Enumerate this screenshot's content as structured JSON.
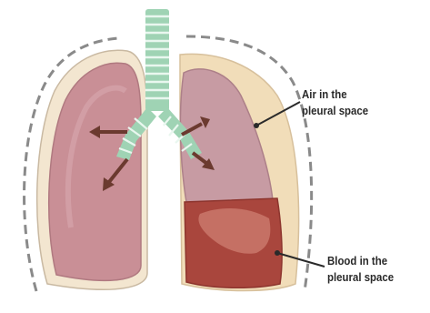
{
  "labels": {
    "air_line1": "Air in the",
    "air_line2": "pleural space",
    "blood_line1": "Blood in the",
    "blood_line2": "pleural space"
  },
  "colors": {
    "lung_left": "#c98f96",
    "lung_right": "#c79ba3",
    "pleural_air": "#f1ddb9",
    "blood": "#a9463d",
    "trachea": "#9fd3b4",
    "trachea_ring": "#e9f7ef",
    "arrow": "#6b3a2f",
    "chest_outline": "#7a7a7a"
  }
}
